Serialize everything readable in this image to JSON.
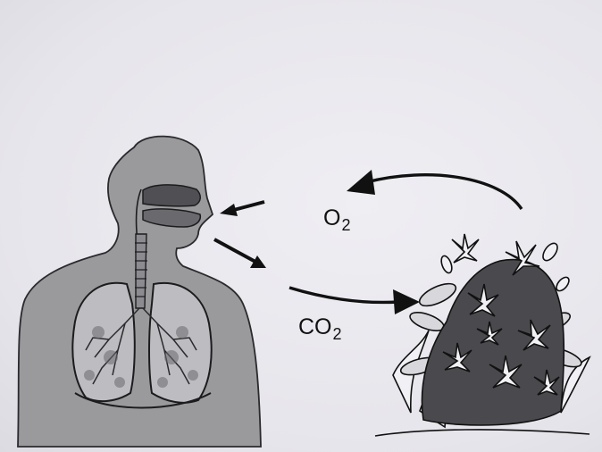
{
  "labels": {
    "o2": {
      "main": "O",
      "sub": "2"
    },
    "co2": {
      "main": "CO",
      "sub": "2"
    }
  },
  "colors": {
    "background": "#e9e8ee",
    "ink": "#111111",
    "body_fill": "#9a999c",
    "lung_fill": "#bdbcc0"
  },
  "icons": [
    "human-torso-figure",
    "lungs",
    "plant-illustration",
    "curved-arrow"
  ]
}
